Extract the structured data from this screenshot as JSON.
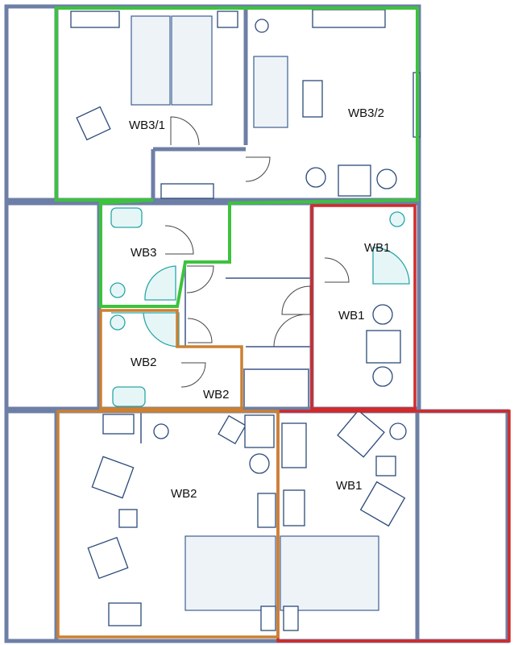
{
  "title": "Floor plan with residential units",
  "rooms": [
    {
      "label": "WB3/1",
      "unit": "WB3"
    },
    {
      "label": "WB3/2",
      "unit": "WB3"
    },
    {
      "label": "WB3",
      "unit": "WB3"
    },
    {
      "label": "WB1",
      "unit": "WB1"
    },
    {
      "label": "WB1",
      "unit": "WB1"
    },
    {
      "label": "WB2",
      "unit": "WB2"
    },
    {
      "label": "WB2",
      "unit": "WB2"
    },
    {
      "label": "WB2",
      "unit": "WB2"
    },
    {
      "label": "WB1",
      "unit": "WB1"
    }
  ],
  "colors": {
    "WB3": "#3dc23d",
    "WB1": "#d02a2a",
    "WB2": "#cc8030",
    "walls": "#6d7fa6"
  }
}
